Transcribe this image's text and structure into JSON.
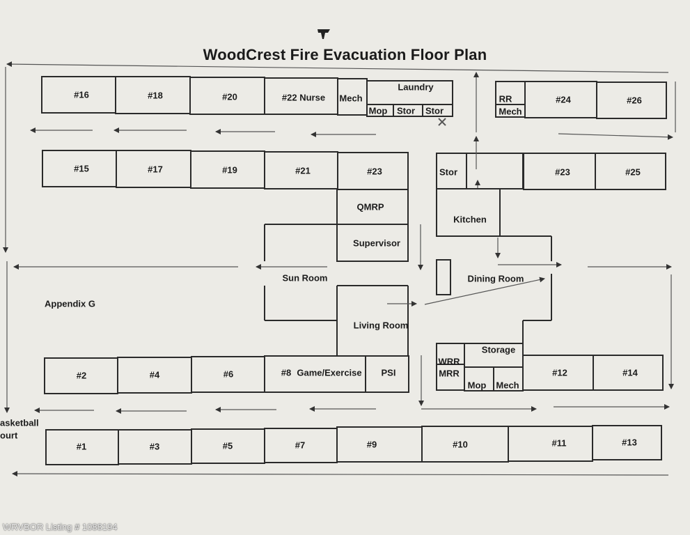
{
  "title": "WoodCrest Fire Evacuation Floor Plan",
  "watermark": "WRVBOR Listing # 1088194",
  "rooms": {
    "r16": "#16",
    "r18": "#18",
    "r20": "#20",
    "r22": "#22 Nurse",
    "mech_top": "Mech",
    "laundry": "Laundry",
    "mop_top": "Mop",
    "stor_top1": "Stor",
    "stor_top2": "Stor",
    "rr": "RR",
    "mech_rr": "Mech",
    "r24": "#24",
    "r26": "#26",
    "r15": "#15",
    "r17": "#17",
    "r19": "#19",
    "r21": "#21",
    "r23": "#23",
    "stor_kitchen": "Stor",
    "r23b": "#23",
    "r25": "#25",
    "qmrp": "QMRP",
    "supervisor": "Supervisor",
    "kitchen": "Kitchen",
    "sun_room": "Sun Room",
    "dining_room": "Dining Room",
    "appendix": "Appendix G",
    "living_room": "Living Room",
    "storage": "Storage",
    "wrr": "WRR",
    "mrr": "MRR",
    "mop_bottom": "Mop",
    "mech_bottom": "Mech",
    "r2": "#2",
    "r4": "#4",
    "r6": "#6",
    "r8": "#8",
    "game": "Game/Exercise",
    "psi": "PSI",
    "r12": "#12",
    "r14": "#14",
    "basketball_1": "asketball",
    "basketball_2": "ourt",
    "r1": "#1",
    "r3": "#3",
    "r5": "#5",
    "r7": "#7",
    "r9": "#9",
    "r10": "#10",
    "r11": "#11",
    "r13": "#13"
  }
}
